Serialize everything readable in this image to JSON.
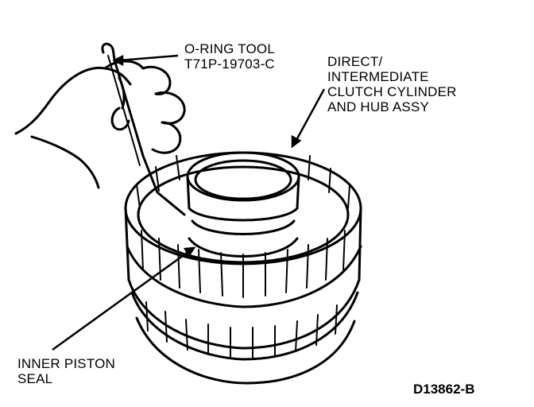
{
  "labels": {
    "oring_tool": [
      "O-RING TOOL",
      "T71P-19703-C"
    ],
    "clutch_assy": [
      "DIRECT/",
      "INTERMEDIATE",
      "CLUTCH CYLINDER",
      "AND HUB ASSY"
    ],
    "inner_seal": [
      "INNER PISTON",
      "SEAL"
    ]
  },
  "figure_code": "D13862-B"
}
